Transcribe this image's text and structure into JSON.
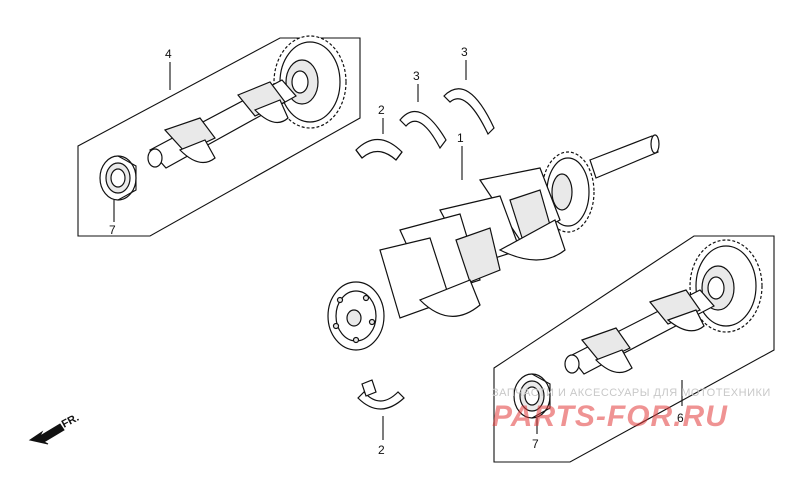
{
  "diagram": {
    "callouts": {
      "crankshaft": "1",
      "bearing_lower": "2",
      "bearing_upper": "2",
      "thrust_left": "3",
      "thrust_right": "3",
      "balancer_front": "4",
      "balancer_rear": "6",
      "ball_bearing_front": "7",
      "ball_bearing_rear": "7"
    },
    "direction_label": "FR.",
    "watermark": {
      "tagline": "ЗАПЧАСТИ И АКСЕССУАРЫ ДЛЯ МОТОТЕХНИКИ",
      "brand": "PARTS-FOR.RU"
    }
  }
}
